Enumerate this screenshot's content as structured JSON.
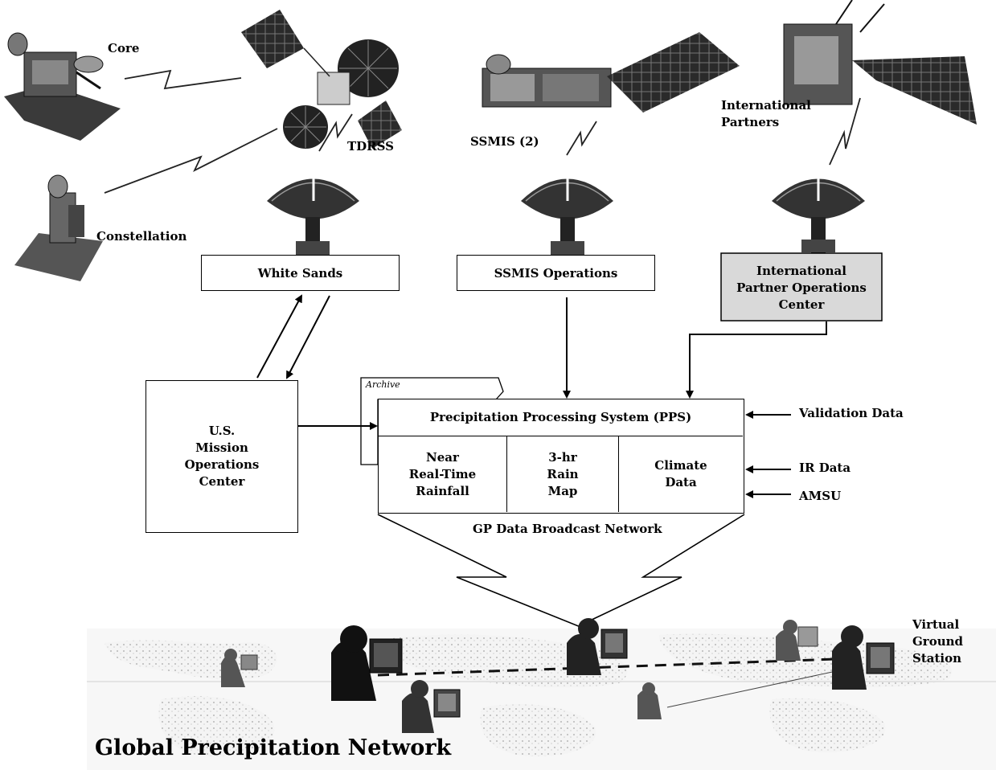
{
  "spacecraft": {
    "core": "Core",
    "tdrss": "TDRSS",
    "constellation": "Constellation",
    "ssmis": "SSMIS (2)",
    "international_partners_line1": "International",
    "international_partners_line2": "Partners"
  },
  "ground_stations": {
    "white_sands": "White Sands",
    "ssmis_operations": "SSMIS Operations",
    "intl_ops_line1": "International",
    "intl_ops_line2": "Partner Operations",
    "intl_ops_line3": "Center"
  },
  "mission_ops": {
    "line1": "U.S.",
    "line2": "Mission",
    "line3": "Operations",
    "line4": "Center"
  },
  "archive_label": "Archive",
  "pps": {
    "title": "Precipitation Processing System (PPS)",
    "col1_line1": "Near",
    "col1_line2": "Real-Time",
    "col1_line3": "Rainfall",
    "col2_line1": "3-hr",
    "col2_line2": "Rain",
    "col2_line3": "Map",
    "col3_line1": "Climate",
    "col3_line2": "Data"
  },
  "inputs": {
    "validation": "Validation Data",
    "ir": "IR Data",
    "amsu": "AMSU"
  },
  "broadcast_label": "GP Data Broadcast Network",
  "virtual_station": {
    "line1": "Virtual",
    "line2": "Ground",
    "line3": "Station"
  },
  "network_title": "Global Precipitation Network"
}
